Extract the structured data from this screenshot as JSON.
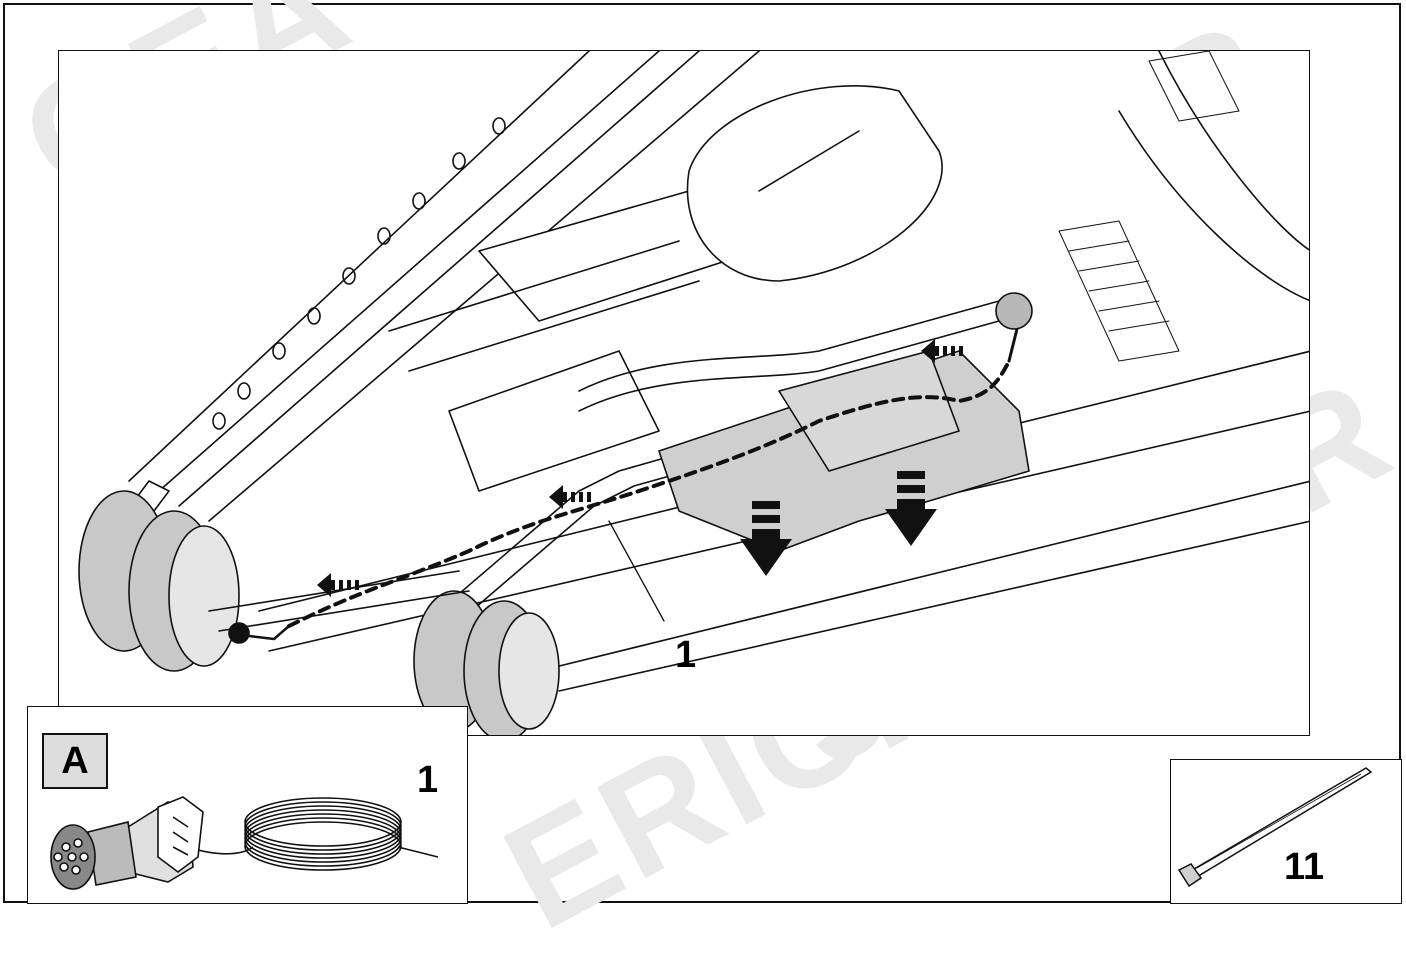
{
  "watermark": {
    "top_text": "GEA",
    "middle_text": "ERICH JAEGER",
    "lower_text": "JAEGER",
    "bottom_text": "ERICH JA"
  },
  "main_view": {
    "callout": "1"
  },
  "inset_a": {
    "label": "A",
    "callout": "1"
  },
  "inset_b": {
    "callout": "11"
  },
  "colors": {
    "line": "#111111",
    "gray_fill": "#c8c8c8",
    "light_gray": "#e6e6e6",
    "watermark": "#e9e9e9"
  }
}
